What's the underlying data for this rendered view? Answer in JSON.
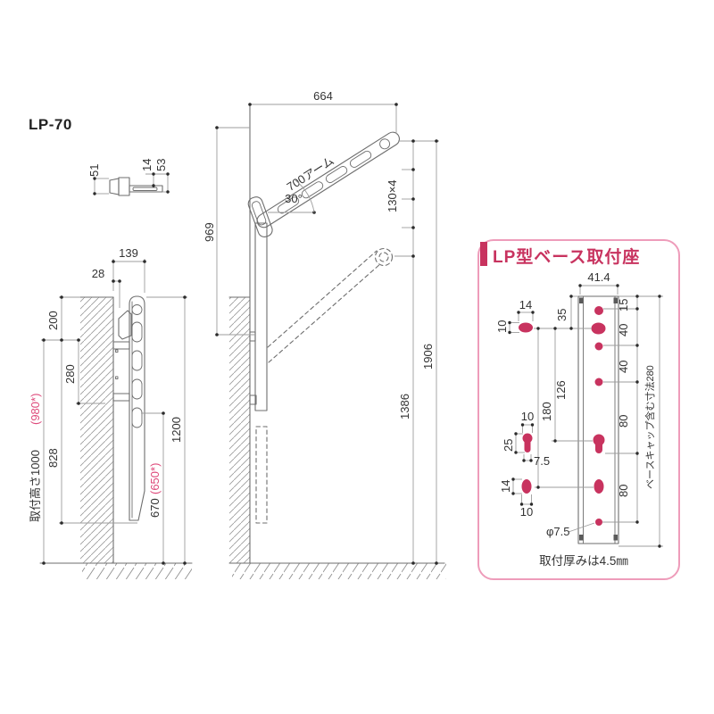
{
  "product": {
    "model": "LP-70"
  },
  "colors": {
    "accent": "#c8335f",
    "accent_light": "#de4a7b",
    "panel_border": "#ee9cba",
    "line": "#6e6e6e",
    "dim_line": "#9d9d9d",
    "text": "#333333"
  },
  "top_view": {
    "d51": "51",
    "d14": "14",
    "d53": "53"
  },
  "side_view": {
    "d139": "139",
    "d28": "28",
    "d200": "200",
    "d280": "280",
    "d828": "828",
    "mount_label": "取付高さ1000",
    "mount_alt": "(980*)",
    "d670": "670",
    "d670_alt": "(650*)",
    "d1200": "1200"
  },
  "front_view": {
    "d664": "664",
    "arm_label": "700アーム",
    "angle": "30°",
    "d969": "969",
    "pitch": "130×4",
    "d1386": "1386",
    "d1906": "1906"
  },
  "base_panel": {
    "title": "LP型ベース取付座",
    "d41_4": "41.4",
    "d35": "35",
    "d126": "126",
    "d180": "180",
    "d15": "15",
    "d40a": "40",
    "d40b": "40",
    "d80a": "80",
    "d80b": "80",
    "total_label": "ベースキャップ含む寸法280",
    "oval1_w": "14",
    "oval1_h": "10",
    "key_w": "10",
    "key_h": "25",
    "key_r": "7.5",
    "oval2_h": "14",
    "oval2_w": "10",
    "dia": "φ7.5",
    "note": "取付厚みは4.5㎜"
  }
}
